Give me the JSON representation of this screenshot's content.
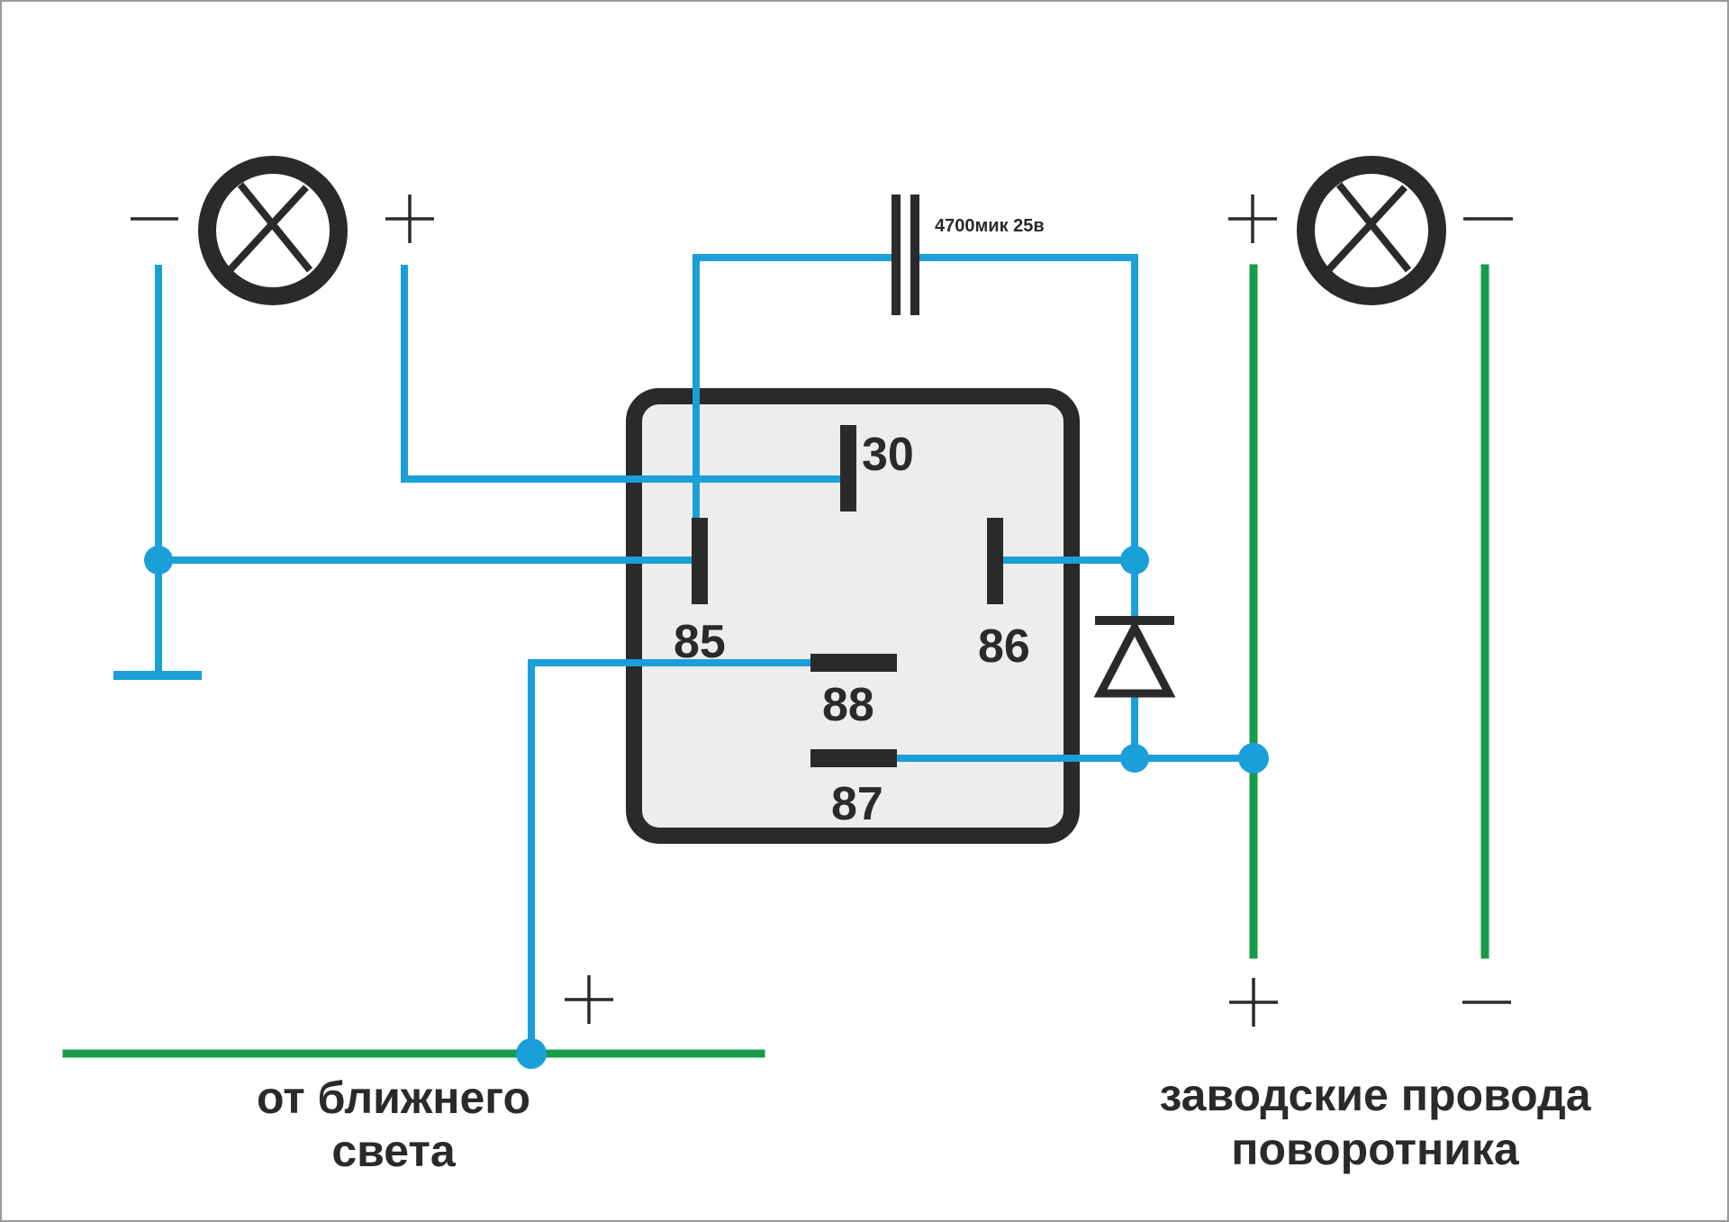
{
  "relay": {
    "pins": {
      "p30": "30",
      "p85": "85",
      "p86": "86",
      "p88": "88",
      "p87": "87"
    }
  },
  "capacitor": {
    "label": "4700мик 25в"
  },
  "lamp_left": {
    "minus": "—",
    "plus": "+"
  },
  "lamp_right": {
    "minus": "—",
    "plus": "+"
  },
  "wires": {
    "low_beam_plus": "+",
    "turn_plus": "+",
    "turn_minus": "—"
  },
  "captions": {
    "low_beam_line1": "от ближнего",
    "low_beam_line2": "света",
    "turn_line1": "заводские провода",
    "turn_line2": "поворотника"
  },
  "colors": {
    "wire_blue": "#1a9fd9",
    "wire_green": "#169c48",
    "relay_body": "#ededed",
    "symbol_dark": "#2a2a2a"
  }
}
